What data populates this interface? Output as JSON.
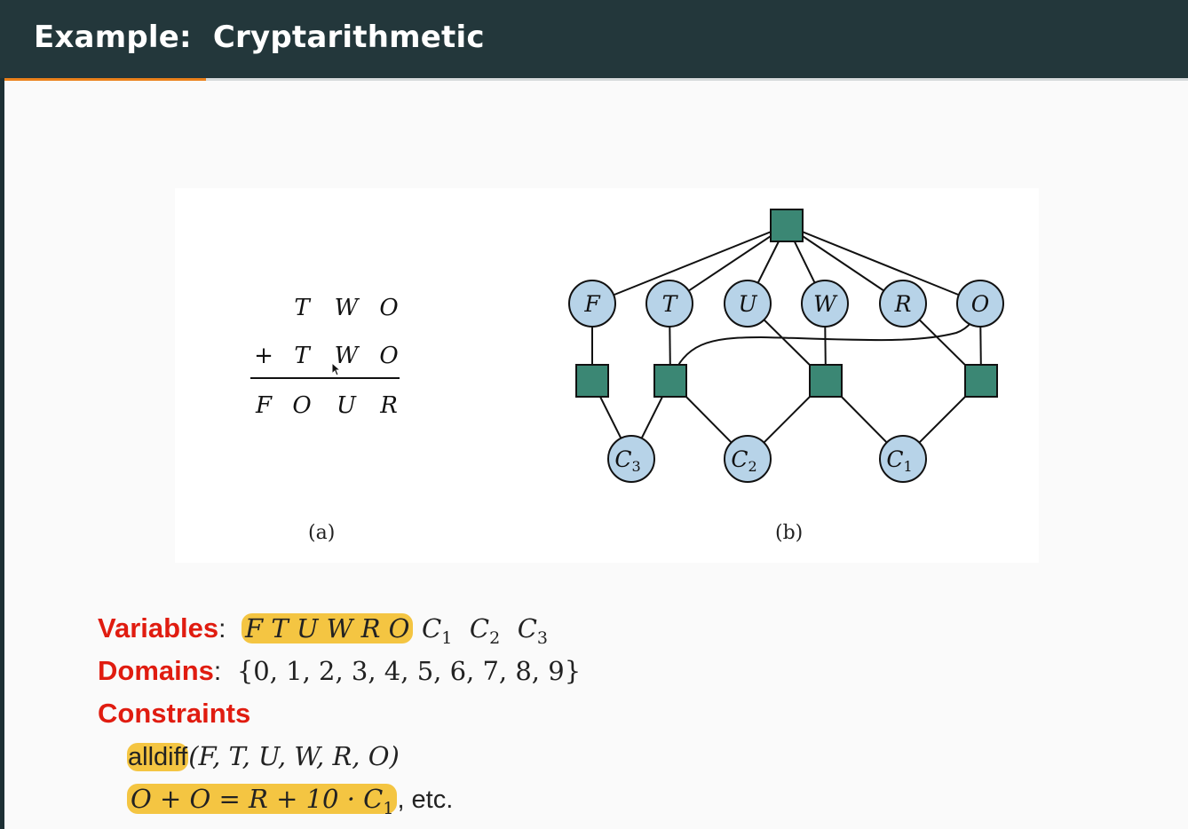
{
  "header": {
    "title": "Example:  Cryptarithmetic",
    "progress_percent": 17
  },
  "figure": {
    "puzzle": {
      "row1": [
        "T",
        "W",
        "O"
      ],
      "row2_operator": "+",
      "row2": [
        "T",
        "W",
        "O"
      ],
      "row3": [
        "F",
        "O",
        "U",
        "R"
      ],
      "caption": "(a)"
    },
    "graph": {
      "caption": "(b)",
      "variable_nodes": [
        "F",
        "T",
        "U",
        "W",
        "R",
        "O"
      ],
      "carry_nodes": [
        {
          "base": "C",
          "sub": "3"
        },
        {
          "base": "C",
          "sub": "2"
        },
        {
          "base": "C",
          "sub": "1"
        }
      ],
      "colors": {
        "node_fill": "#b7d3e8",
        "constraint_fill": "#3b8774",
        "edge": "#111111"
      }
    }
  },
  "content": {
    "variables": {
      "label": "Variables",
      "colon": ":",
      "highlighted": "F T U W R O",
      "carries": [
        {
          "base": "C",
          "sub": "1"
        },
        {
          "base": "C",
          "sub": "2"
        },
        {
          "base": "C",
          "sub": "3"
        }
      ]
    },
    "domains": {
      "label": "Domains",
      "colon": ":",
      "value": "{0, 1, 2, 3, 4, 5, 6, 7, 8, 9}"
    },
    "constraints": {
      "label": "Constraints",
      "alldiff_name": "alldiff",
      "alldiff_args": "(F, T, U, W, R, O)",
      "equation_lhs": "O + O = R + 10 · C",
      "equation_sub": "1",
      "suffix": ", etc."
    },
    "highlight_color": "#f4c542",
    "label_color": "#e01c10"
  }
}
